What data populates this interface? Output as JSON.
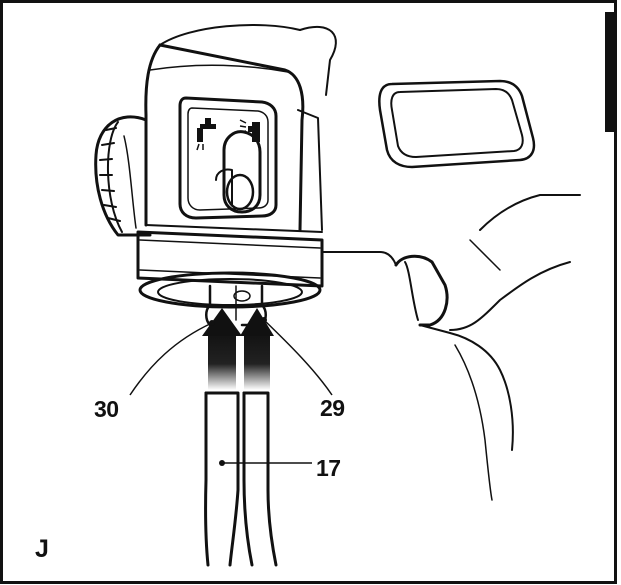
{
  "figure": {
    "letter": "J",
    "callouts": {
      "valve_inlet": "30",
      "valve_outlet": "29",
      "hose": "17"
    }
  },
  "colors": {
    "ink": "#111111",
    "paper": "#ffffff",
    "arrow_fade": "#9a9a9a"
  },
  "icons": {
    "tap_icon": "water-tap-icon",
    "spray_icon": "spray-nozzle-icon"
  }
}
